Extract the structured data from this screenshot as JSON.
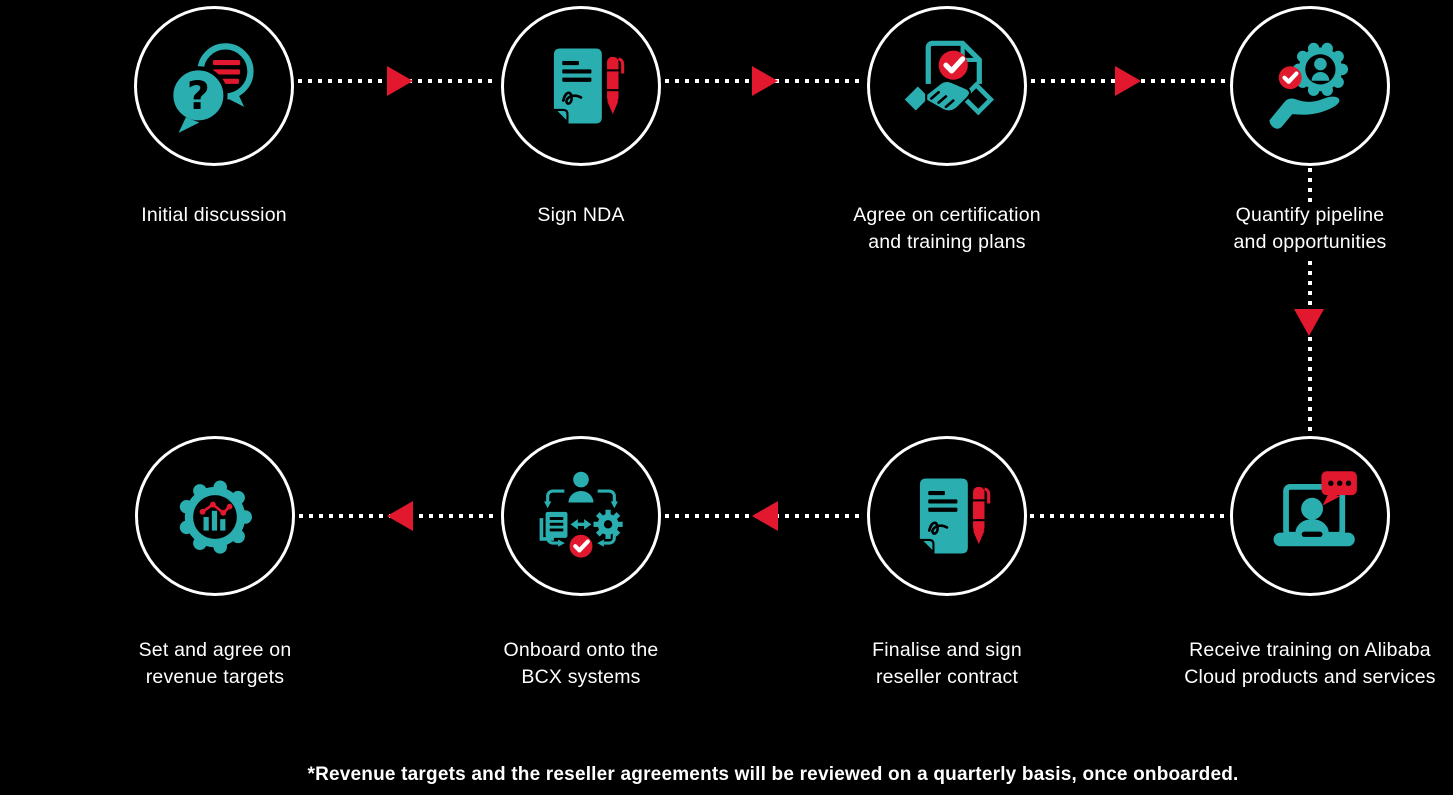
{
  "diagram_title": "",
  "colors": {
    "background": "#000000",
    "teal": "#2BAEB0",
    "red": "#E2182E",
    "text": "#FFFFFF"
  },
  "steps": [
    {
      "id": 1,
      "icon": "chat-question-icon",
      "lines": [
        "Initial discussion"
      ]
    },
    {
      "id": 2,
      "icon": "document-pen-icon",
      "lines": [
        "Sign NDA"
      ]
    },
    {
      "id": 3,
      "icon": "certificate-handshake-icon",
      "lines": [
        "Agree on certification",
        "and training plans"
      ]
    },
    {
      "id": 4,
      "icon": "badge-in-hand-icon",
      "lines": [
        "Quantify pipeline",
        "and opportunities"
      ]
    },
    {
      "id": 5,
      "icon": "laptop-webinar-icon",
      "lines": [
        "Receive training on Alibaba",
        "Cloud products and services"
      ]
    },
    {
      "id": 6,
      "icon": "document-pen-icon",
      "lines": [
        "Finalise and sign",
        "reseller contract"
      ]
    },
    {
      "id": 7,
      "icon": "workflow-person-icon",
      "lines": [
        "Onboard onto the",
        "BCX systems"
      ]
    },
    {
      "id": 8,
      "icon": "gear-chart-icon",
      "lines": [
        "Set and agree on",
        "revenue targets"
      ]
    }
  ],
  "footnote": "*Revenue targets and the reseller agreements will be reviewed on a quarterly basis, once onboarded."
}
